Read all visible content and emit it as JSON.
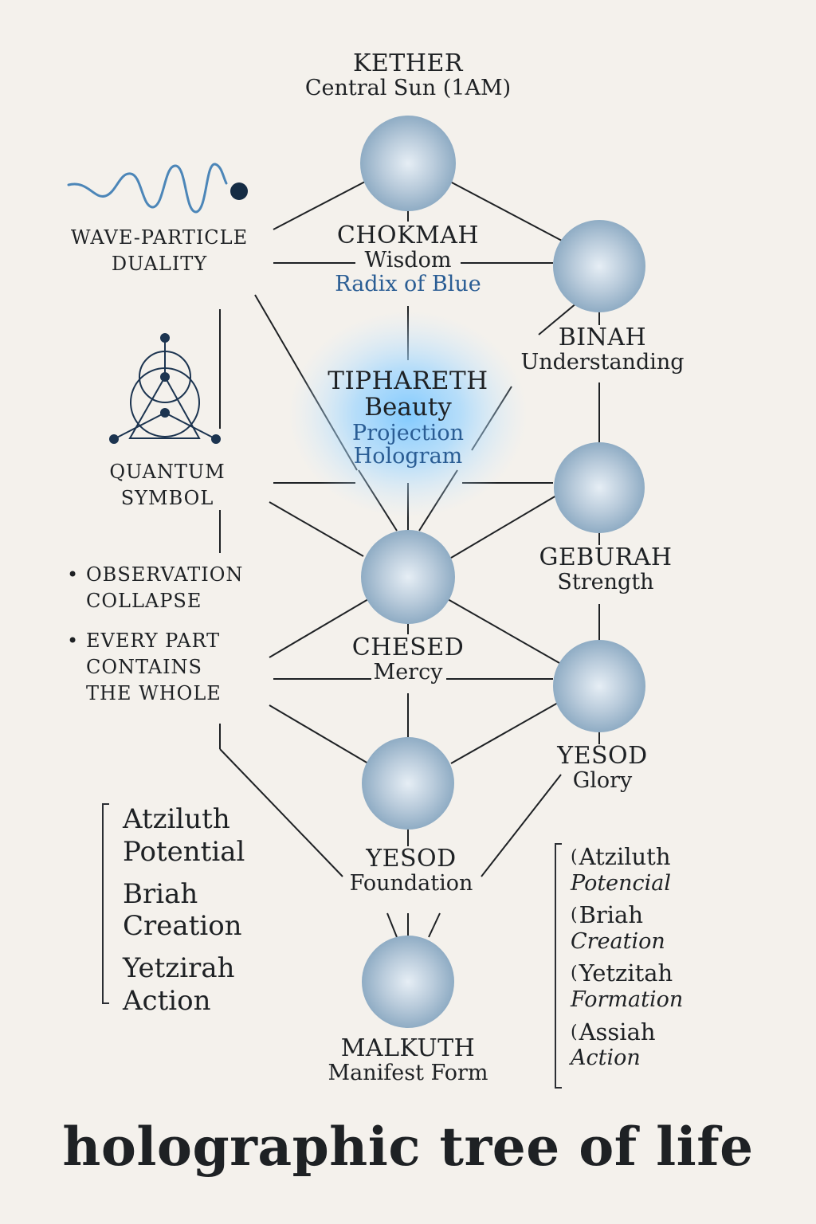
{
  "title": "holographic tree of life",
  "colors": {
    "background": "#f4f1ec",
    "sphere": "#9fb7cc",
    "line": "#1e2124",
    "accent_blue": "#2a5d94",
    "glow": "#6ec3ff"
  },
  "sephiroth": {
    "kether": {
      "name": "KETHER",
      "subtitle": "Central Sun (1AM)"
    },
    "chokmah": {
      "name": "CHOKMAH",
      "subtitle": "Wisdom",
      "note": "Radix of Blue"
    },
    "binah": {
      "name": "BINAH",
      "subtitle": "Understanding"
    },
    "tiphareth": {
      "name": "TIPHARETH",
      "subtitle": "Beauty",
      "note_1": "Projection",
      "note_2": "Hologram"
    },
    "geburah": {
      "name": "GEBURAH",
      "subtitle": "Strength"
    },
    "chesed": {
      "name": "CHESED",
      "subtitle": "Mercy"
    },
    "yesod_right": {
      "name": "YESOD",
      "subtitle": "Glory"
    },
    "yesod": {
      "name": "YESOD",
      "subtitle": "Foundation"
    },
    "malkuth": {
      "name": "MALKUTH",
      "subtitle": "Manifest Form"
    }
  },
  "left_panel": {
    "wave_particle": {
      "line_1": "WAVE-PARTICLE",
      "line_2": "DUALITY",
      "icon": "wave-particle-icon"
    },
    "quantum_symbol": {
      "line_1": "QUANTUM",
      "line_2": "SYMBOL",
      "icon": "quantum-symbol-icon"
    },
    "bullets": [
      {
        "line_1": "OBSERVATION",
        "line_2": "COLLAPSE"
      },
      {
        "line_1": "EVERY PART",
        "line_2": "CONTAINS",
        "line_3": "THE WHOLE"
      }
    ],
    "bullet_glyph": "•"
  },
  "worlds_left": [
    "Atziluth",
    "Potential",
    "Briah",
    "Creation",
    "Yetzirah",
    "Action"
  ],
  "worlds_right": [
    {
      "name": "Atziluth",
      "desc": "Potencial"
    },
    {
      "name": "Briah",
      "desc": "Creation"
    },
    {
      "name": "Yetzitah",
      "desc": "Formation"
    },
    {
      "name": "Assiah",
      "desc": "Action"
    }
  ],
  "paren_glyph": "("
}
